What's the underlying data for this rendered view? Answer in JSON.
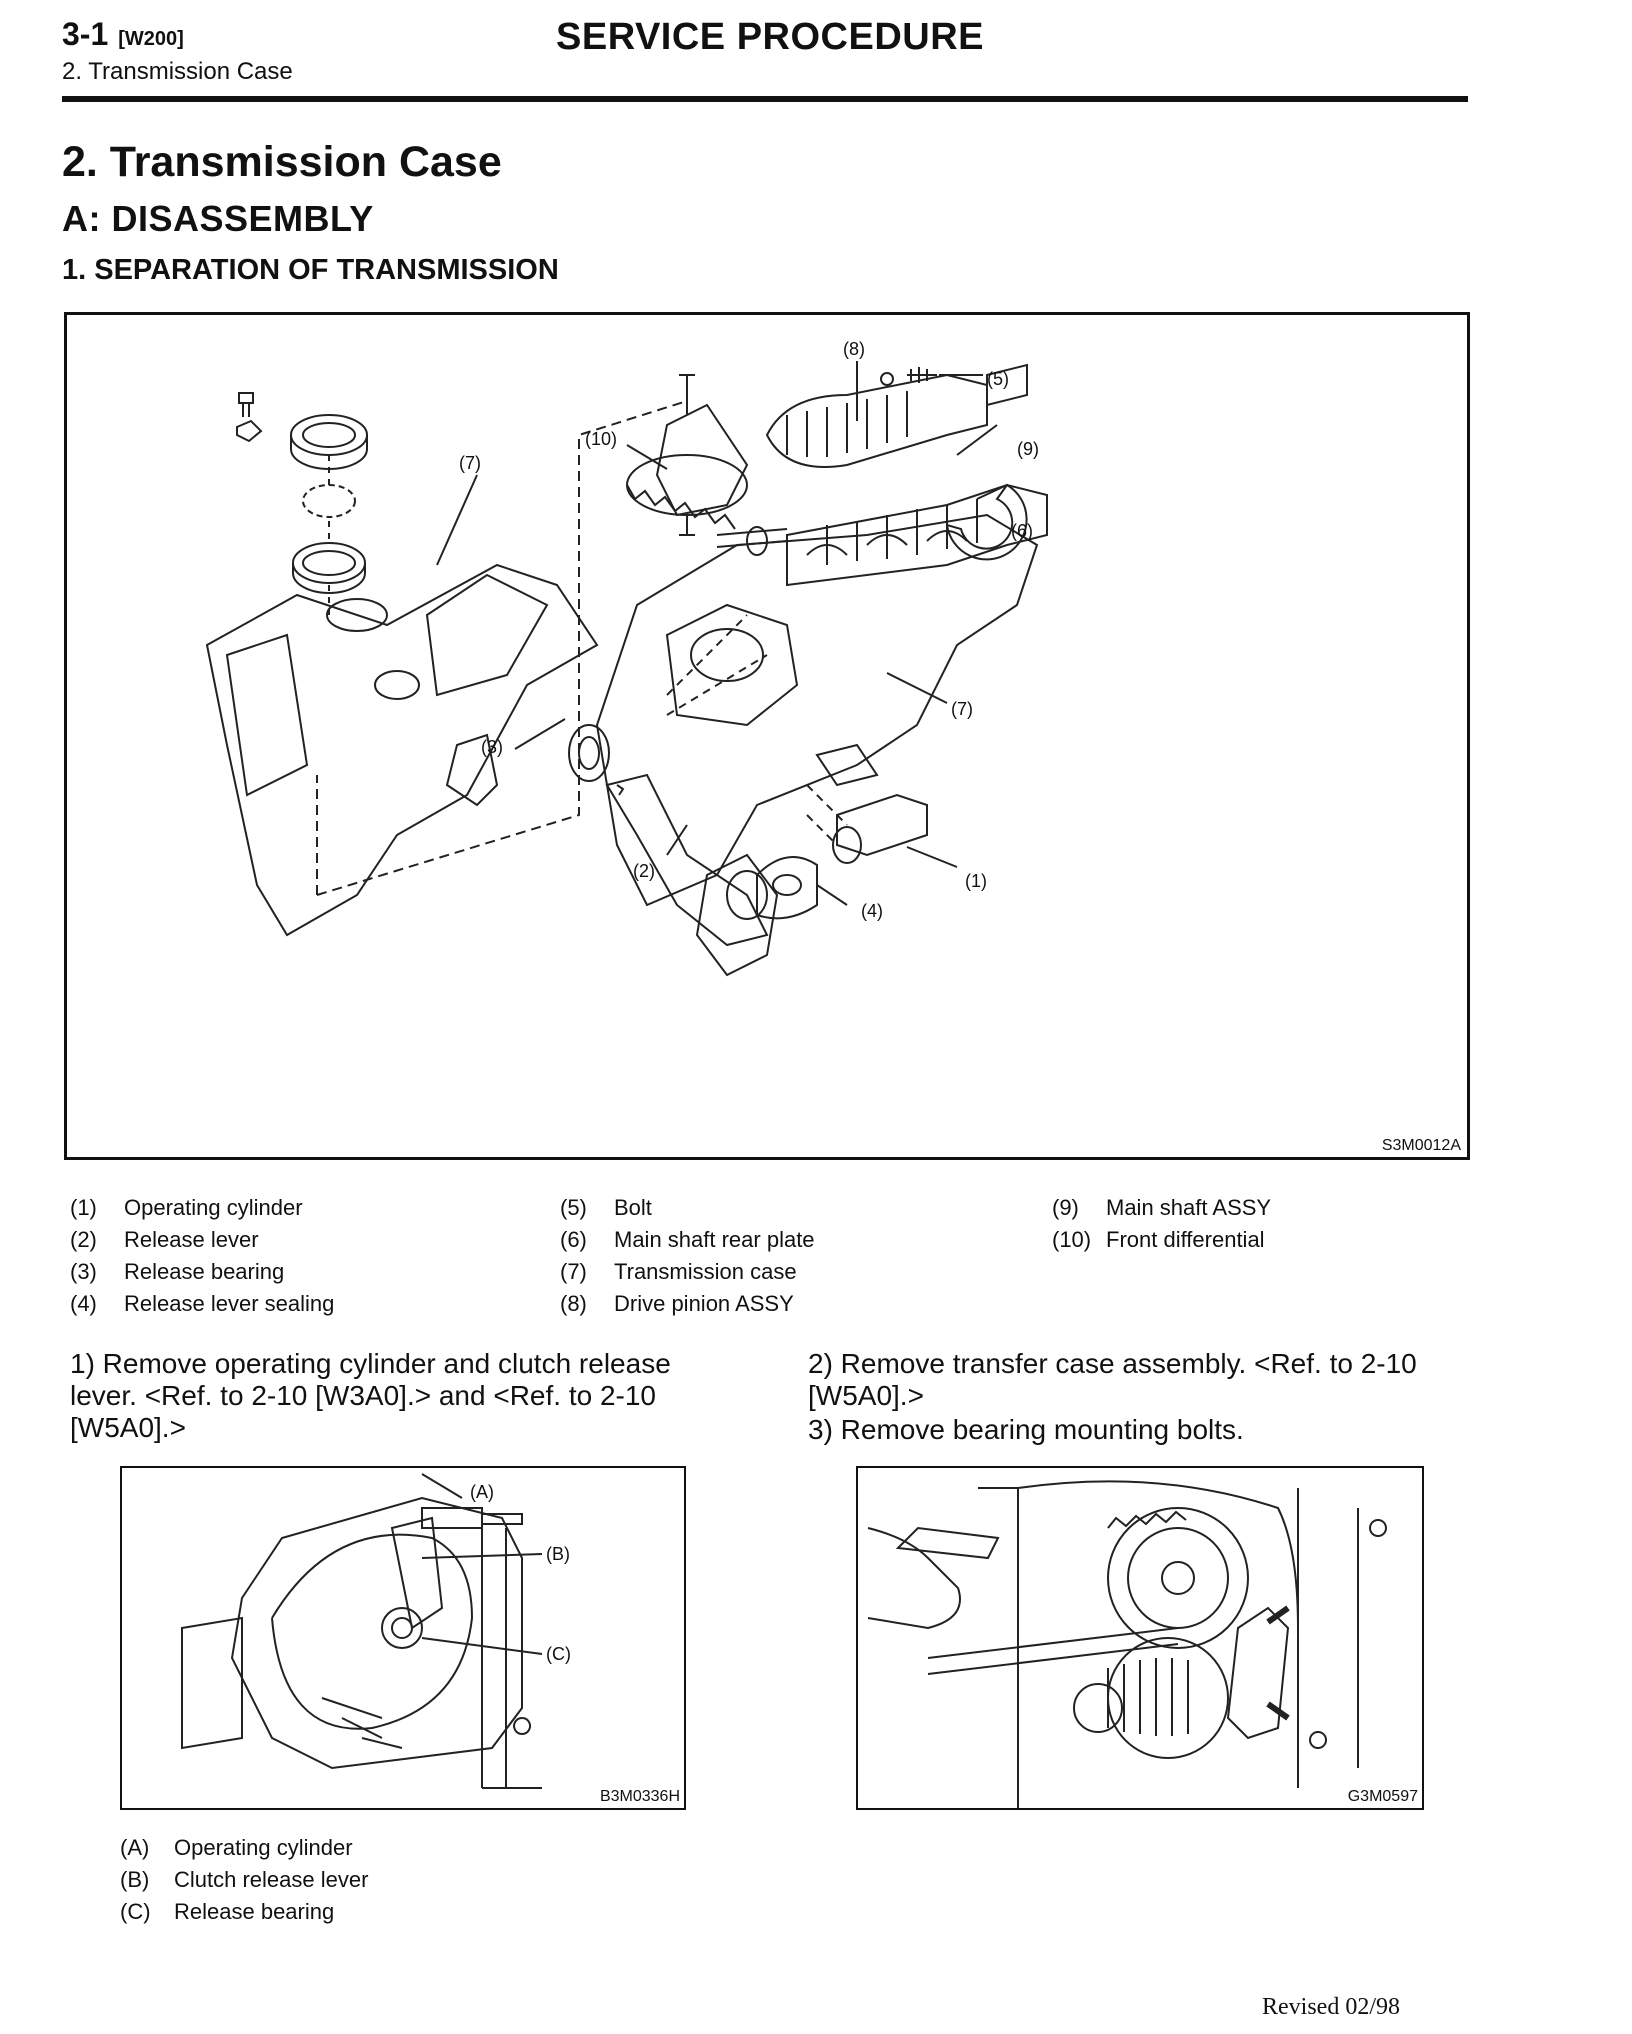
{
  "header": {
    "section_number": "3-1",
    "section_code": "[W200]",
    "subsection": "2. Transmission Case",
    "title": "SERVICE PROCEDURE"
  },
  "headings": {
    "h1": "2. Transmission Case",
    "h2": "A: DISASSEMBLY",
    "h3": "1. SEPARATION OF TRANSMISSION"
  },
  "figure_main": {
    "code": "S3M0012A",
    "callouts": [
      "(1)",
      "(2)",
      "(3)",
      "(4)",
      "(5)",
      "(6)",
      "(7)",
      "(7)",
      "(8)",
      "(9)",
      "(10)"
    ]
  },
  "legend_main": [
    {
      "num": "(1)",
      "text": "Operating cylinder"
    },
    {
      "num": "(2)",
      "text": "Release lever"
    },
    {
      "num": "(3)",
      "text": "Release bearing"
    },
    {
      "num": "(4)",
      "text": "Release lever sealing"
    },
    {
      "num": "(5)",
      "text": "Bolt"
    },
    {
      "num": "(6)",
      "text": "Main shaft rear plate"
    },
    {
      "num": "(7)",
      "text": "Transmission case"
    },
    {
      "num": "(8)",
      "text": "Drive pinion ASSY"
    },
    {
      "num": "(9)",
      "text": "Main shaft ASSY"
    },
    {
      "num": "(10)",
      "text": "Front differential"
    }
  ],
  "steps": {
    "step1": "1) Remove operating cylinder and clutch release lever. <Ref. to 2-10 [W3A0].> and <Ref. to 2-10 [W5A0].>",
    "step2": "2) Remove transfer case assembly. <Ref. to 2-10 [W5A0].>",
    "step3": "3) Remove bearing mounting bolts."
  },
  "figure_left": {
    "code": "B3M0336H",
    "callouts": [
      "(A)",
      "(B)",
      "(C)"
    ]
  },
  "legend_left": [
    {
      "num": "(A)",
      "text": "Operating cylinder"
    },
    {
      "num": "(B)",
      "text": "Clutch release lever"
    },
    {
      "num": "(C)",
      "text": "Release bearing"
    }
  ],
  "figure_right": {
    "code": "G3M0597"
  },
  "footer": {
    "revised": "Revised 02/98"
  }
}
